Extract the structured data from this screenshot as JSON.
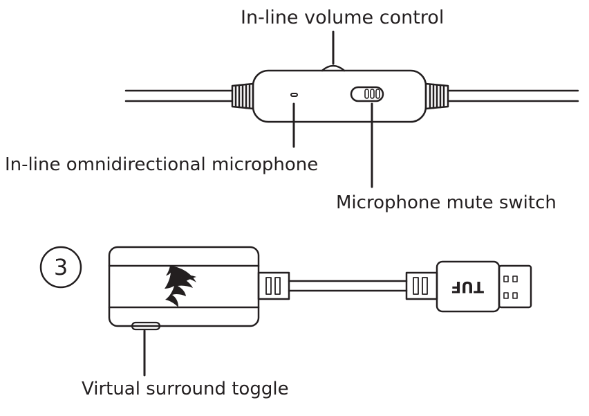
{
  "labels": {
    "volume_control": "In-line volume control",
    "microphone": "In-line omnidirectional microphone",
    "mute_switch": "Microphone mute switch",
    "surround_toggle": "Virtual surround toggle"
  },
  "step_number": "3",
  "usb_brand": "TUF"
}
